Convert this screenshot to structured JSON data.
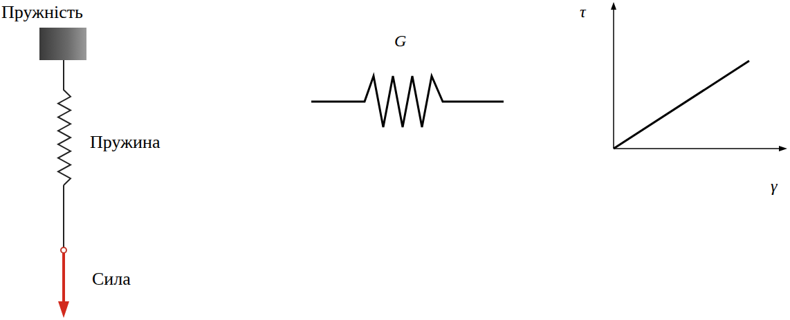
{
  "diagram": {
    "labels": [
      "Пружність",
      "Пружина",
      "Сила",
      "G",
      "τ",
      "γ"
    ]
  }
}
